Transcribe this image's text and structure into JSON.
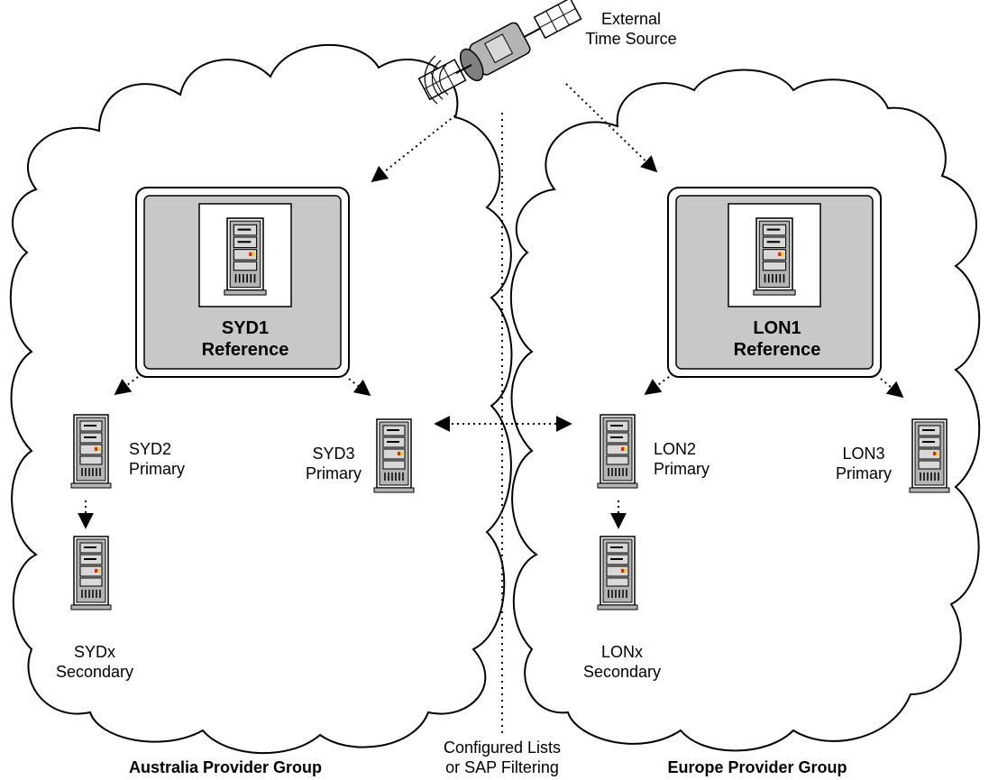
{
  "time_source": {
    "line1": "External",
    "line2": "Time Source",
    "icon": "satellite-icon"
  },
  "groups": {
    "australia": {
      "name": "Australia Provider Group",
      "reference": {
        "name": "SYD1",
        "role": "Reference"
      },
      "primary_a": {
        "name": "SYD2",
        "role": "Primary"
      },
      "primary_b": {
        "name": "SYD3",
        "role": "Primary"
      },
      "secondary": {
        "name": "SYDx",
        "role": "Secondary"
      }
    },
    "europe": {
      "name": "Europe Provider Group",
      "reference": {
        "name": "LON1",
        "role": "Reference"
      },
      "primary_a": {
        "name": "LON2",
        "role": "Primary"
      },
      "primary_b": {
        "name": "LON3",
        "role": "Primary"
      },
      "secondary": {
        "name": "LONx",
        "role": "Secondary"
      }
    }
  },
  "divider": {
    "line1": "Configured Lists",
    "line2": "or SAP Filtering"
  },
  "colors": {
    "panel": "#c8c8c8",
    "server": "#b4b4b4",
    "led_red": "#e02020",
    "led_yellow": "#f0d000"
  }
}
